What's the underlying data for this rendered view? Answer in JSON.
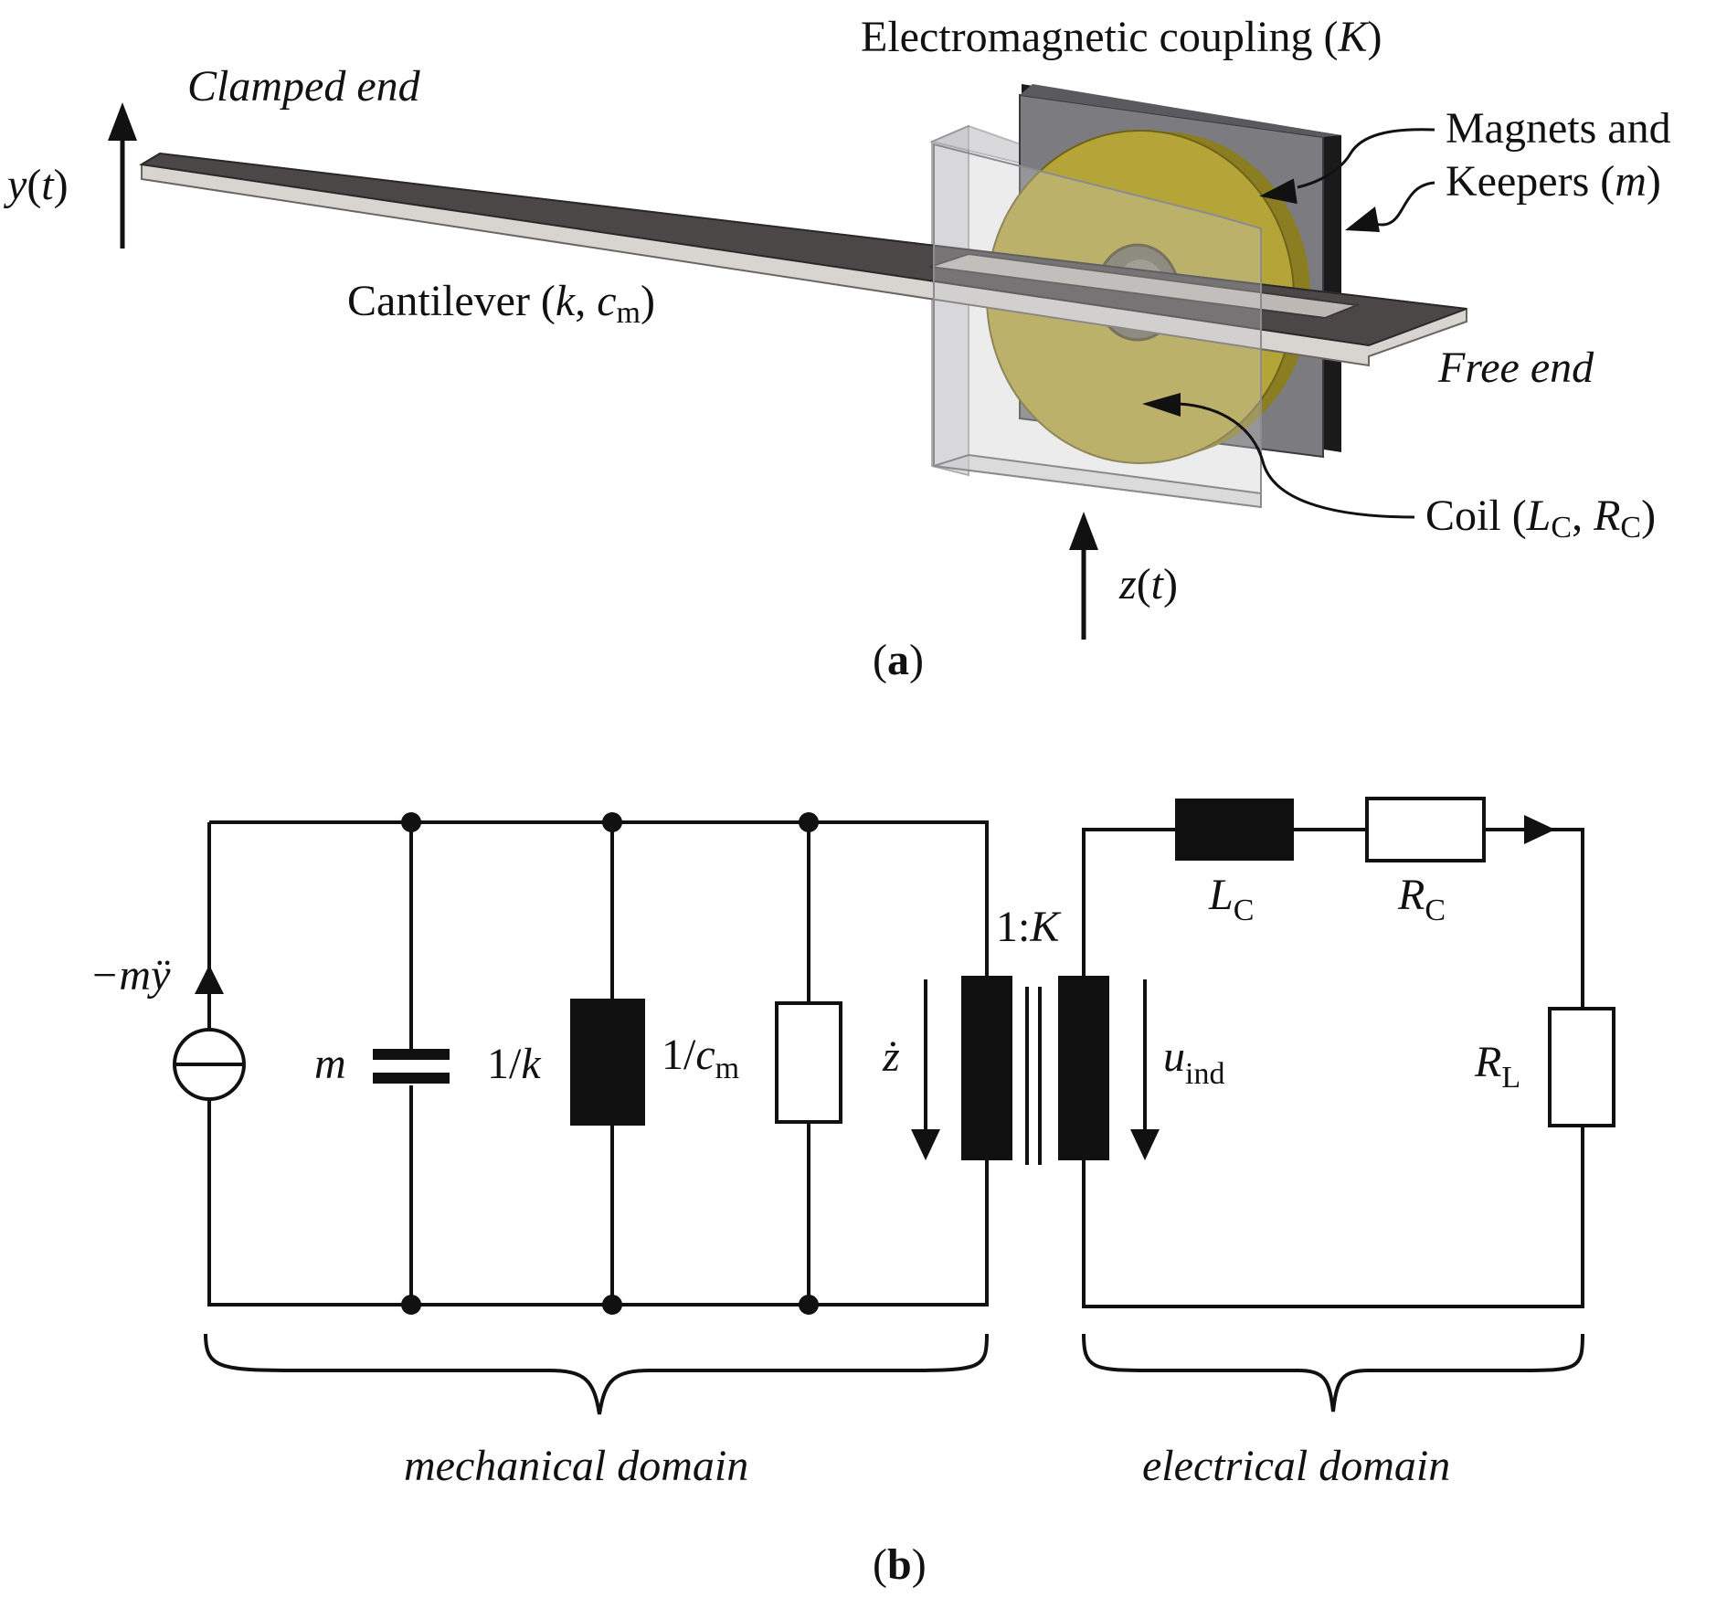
{
  "panel_a": {
    "caption": "a",
    "coupling_label": "Electromagnetic coupling (",
    "coupling_sym": "K",
    "clamped_end": "Clamped end",
    "free_end": "Free end",
    "y_label_var": "y",
    "y_label_arg": "t",
    "z_label_var": "z",
    "z_label_arg": "t",
    "magnets_line1": "Magnets and",
    "magnets_line2": "Keepers (",
    "magnets_sym": "m",
    "cantilever_label": "Cantilever (",
    "cantilever_k": "k",
    "cantilever_c": "c",
    "cantilever_c_sub": "m",
    "coil_label": "Coil (",
    "coil_L": "L",
    "coil_L_sub": "C",
    "coil_R": "R",
    "coil_R_sub": "C"
  },
  "panel_b": {
    "caption": "b",
    "source_label": "−m",
    "source_label_ddot": "ÿ",
    "m_label": "m",
    "k_label_prefix": "1/",
    "k_label": "k",
    "c_label_prefix": "1/",
    "c_label": "c",
    "c_label_sub": "m",
    "ratio_prefix": "1:",
    "ratio_sym": "K",
    "zdot_label": "ż",
    "u_label": "u",
    "u_label_sub": "ind",
    "LC_label": "L",
    "LC_sub": "C",
    "RC_label": "R",
    "RC_sub": "C",
    "RL_label": "R",
    "RL_sub": "L",
    "mech_domain": "mechanical domain",
    "elec_domain": "electrical domain"
  },
  "colors": {
    "beam": "#4a4746",
    "beam_edge": "#d8d4d0",
    "keeper": "#7c7c80",
    "keeper_dark": "#1a1a1a",
    "coil": "#b5a538",
    "coil_dark": "#8b7d22",
    "housing": "#c9c9cc",
    "ink": "#111111"
  }
}
